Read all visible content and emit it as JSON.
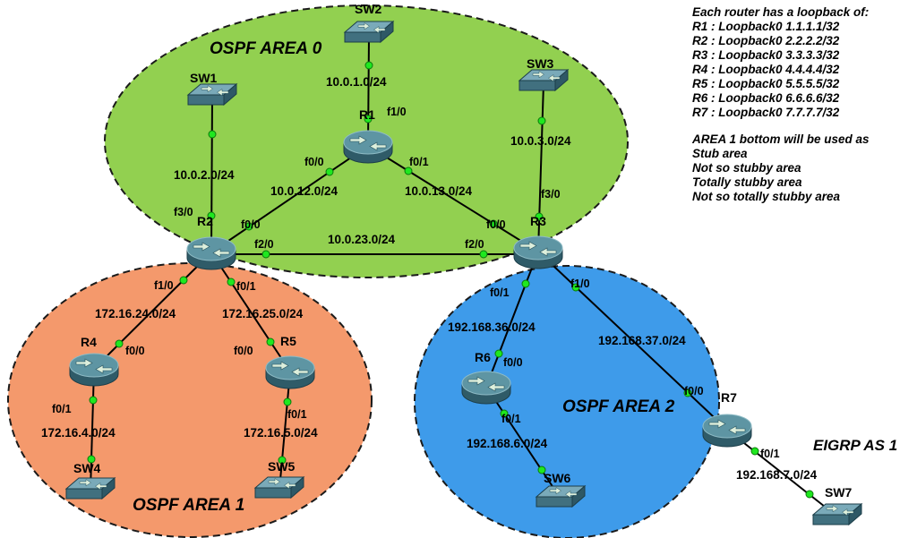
{
  "info_panel": {
    "title": "Each router has a loopback of:",
    "loopbacks": [
      "R1 : Loopback0 1.1.1.1/32",
      "R2 : Loopback0 2.2.2.2/32",
      "R3 : Loopback0 3.3.3.3/32",
      "R4 : Loopback0 4.4.4.4/32",
      "R5 : Loopback0 5.5.5.5/32",
      "R6 : Loopback0 6.6.6.6/32",
      "R7 : Loopback0 7.7.7.7/32"
    ],
    "area1_usage": [
      "AREA 1 bottom will be used as",
      "Stub area",
      "Not so stubby area",
      "Totally stubby area",
      "Not so totally stubby area"
    ]
  },
  "areas": {
    "area0": {
      "label": "OSPF AREA 0",
      "fill": "#92D050"
    },
    "area1": {
      "label": "OSPF AREA 1",
      "fill": "#F4996C"
    },
    "area2": {
      "label": "OSPF AREA 2",
      "fill": "#3E9BEA"
    },
    "eigrp": {
      "label": "EIGRP AS 1"
    }
  },
  "devices": {
    "r1": "R1",
    "r2": "R2",
    "r3": "R3",
    "r4": "R4",
    "r5": "R5",
    "r6": "R6",
    "r7": "R7",
    "sw1": "SW1",
    "sw2": "SW2",
    "sw3": "SW3",
    "sw4": "SW4",
    "sw5": "SW5",
    "sw6": "SW6",
    "sw7": "SW7"
  },
  "links": {
    "sw2_r1": {
      "network": "10.0.1.0/24",
      "ports": {
        "r1": "f1/0"
      }
    },
    "sw1_r2": {
      "network": "10.0.2.0/24",
      "ports": {
        "r2": "f3/0"
      }
    },
    "sw3_r3": {
      "network": "10.0.3.0/24",
      "ports": {
        "r3": "f3/0"
      }
    },
    "r1_r2": {
      "network": "10.0.12.0/24",
      "ports": {
        "r1": "f0/0",
        "r2": "f0/0"
      }
    },
    "r1_r3": {
      "network": "10.0.13.0/24",
      "ports": {
        "r1": "f0/1",
        "r3": "f0/0"
      }
    },
    "r2_r3": {
      "network": "10.0.23.0/24",
      "ports": {
        "r2": "f2/0",
        "r3": "f2/0"
      }
    },
    "r2_r4": {
      "network": "172.16.24.0/24",
      "ports": {
        "r2": "f1/0",
        "r4": "f0/0"
      }
    },
    "r2_r5": {
      "network": "172.16.25.0/24",
      "ports": {
        "r2": "f0/1",
        "r5": "f0/0"
      }
    },
    "r4_sw4": {
      "network": "172.16.4.0/24",
      "ports": {
        "r4": "f0/1"
      }
    },
    "r5_sw5": {
      "network": "172.16.5.0/24",
      "ports": {
        "r5": "f0/1"
      }
    },
    "r3_r6": {
      "network": "192.168.36.0/24",
      "ports": {
        "r3": "f0/1",
        "r6": "f0/0"
      }
    },
    "r3_r7": {
      "network": "192.168.37.0/24",
      "ports": {
        "r3": "f1/0",
        "r7": "f0/0"
      }
    },
    "r6_sw6": {
      "network": "192.168.6.0/24",
      "ports": {
        "r6": "f0/1"
      }
    },
    "r7_sw7": {
      "network": "192.168.7.0/24",
      "ports": {
        "r7": "f0/1"
      }
    }
  }
}
